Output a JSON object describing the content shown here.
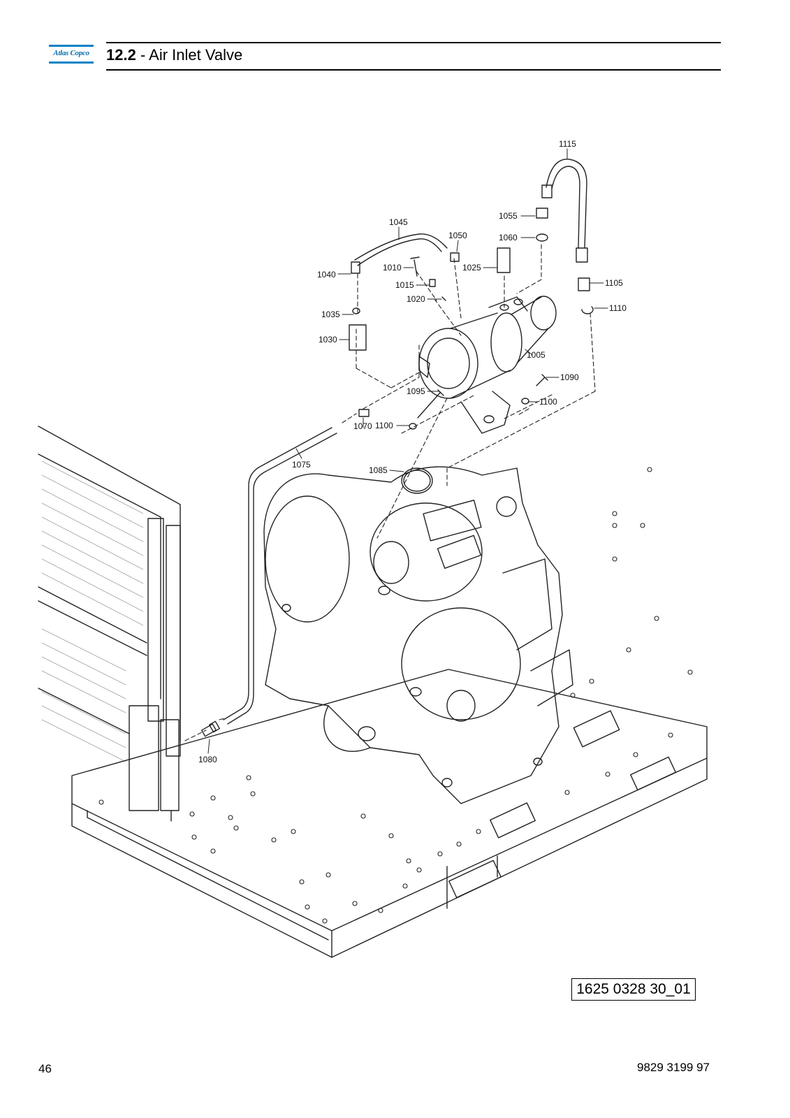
{
  "header": {
    "logo_text": "Atlas Copco",
    "section_number": "12.2",
    "section_title": " - Air Inlet Valve"
  },
  "callouts": [
    {
      "id": "c1115",
      "text": "1115"
    },
    {
      "id": "c1055",
      "text": "1055"
    },
    {
      "id": "c1060",
      "text": "1060"
    },
    {
      "id": "c1045",
      "text": "1045"
    },
    {
      "id": "c1050",
      "text": "1050"
    },
    {
      "id": "c1010",
      "text": "1010"
    },
    {
      "id": "c1025",
      "text": "1025"
    },
    {
      "id": "c1040",
      "text": "1040"
    },
    {
      "id": "c1015",
      "text": "1015"
    },
    {
      "id": "c1105",
      "text": "1105"
    },
    {
      "id": "c1020",
      "text": "1020"
    },
    {
      "id": "c1110",
      "text": "1110"
    },
    {
      "id": "c1035",
      "text": "1035"
    },
    {
      "id": "c1030",
      "text": "1030"
    },
    {
      "id": "c1005",
      "text": "1005"
    },
    {
      "id": "c1090",
      "text": "1090"
    },
    {
      "id": "c1095",
      "text": "1095"
    },
    {
      "id": "c1100a",
      "text": "1100"
    },
    {
      "id": "c1070",
      "text": "1070"
    },
    {
      "id": "c1100b",
      "text": "1100"
    },
    {
      "id": "c1075",
      "text": "1075"
    },
    {
      "id": "c1085",
      "text": "1085"
    },
    {
      "id": "c1080",
      "text": "1080"
    }
  ],
  "figure_id": "1625 0328 30_01",
  "footer": {
    "page_number": "46",
    "document_number": "9829 3199 97"
  },
  "colors": {
    "logo_blue": "#0a82c4",
    "line": "#222222"
  }
}
